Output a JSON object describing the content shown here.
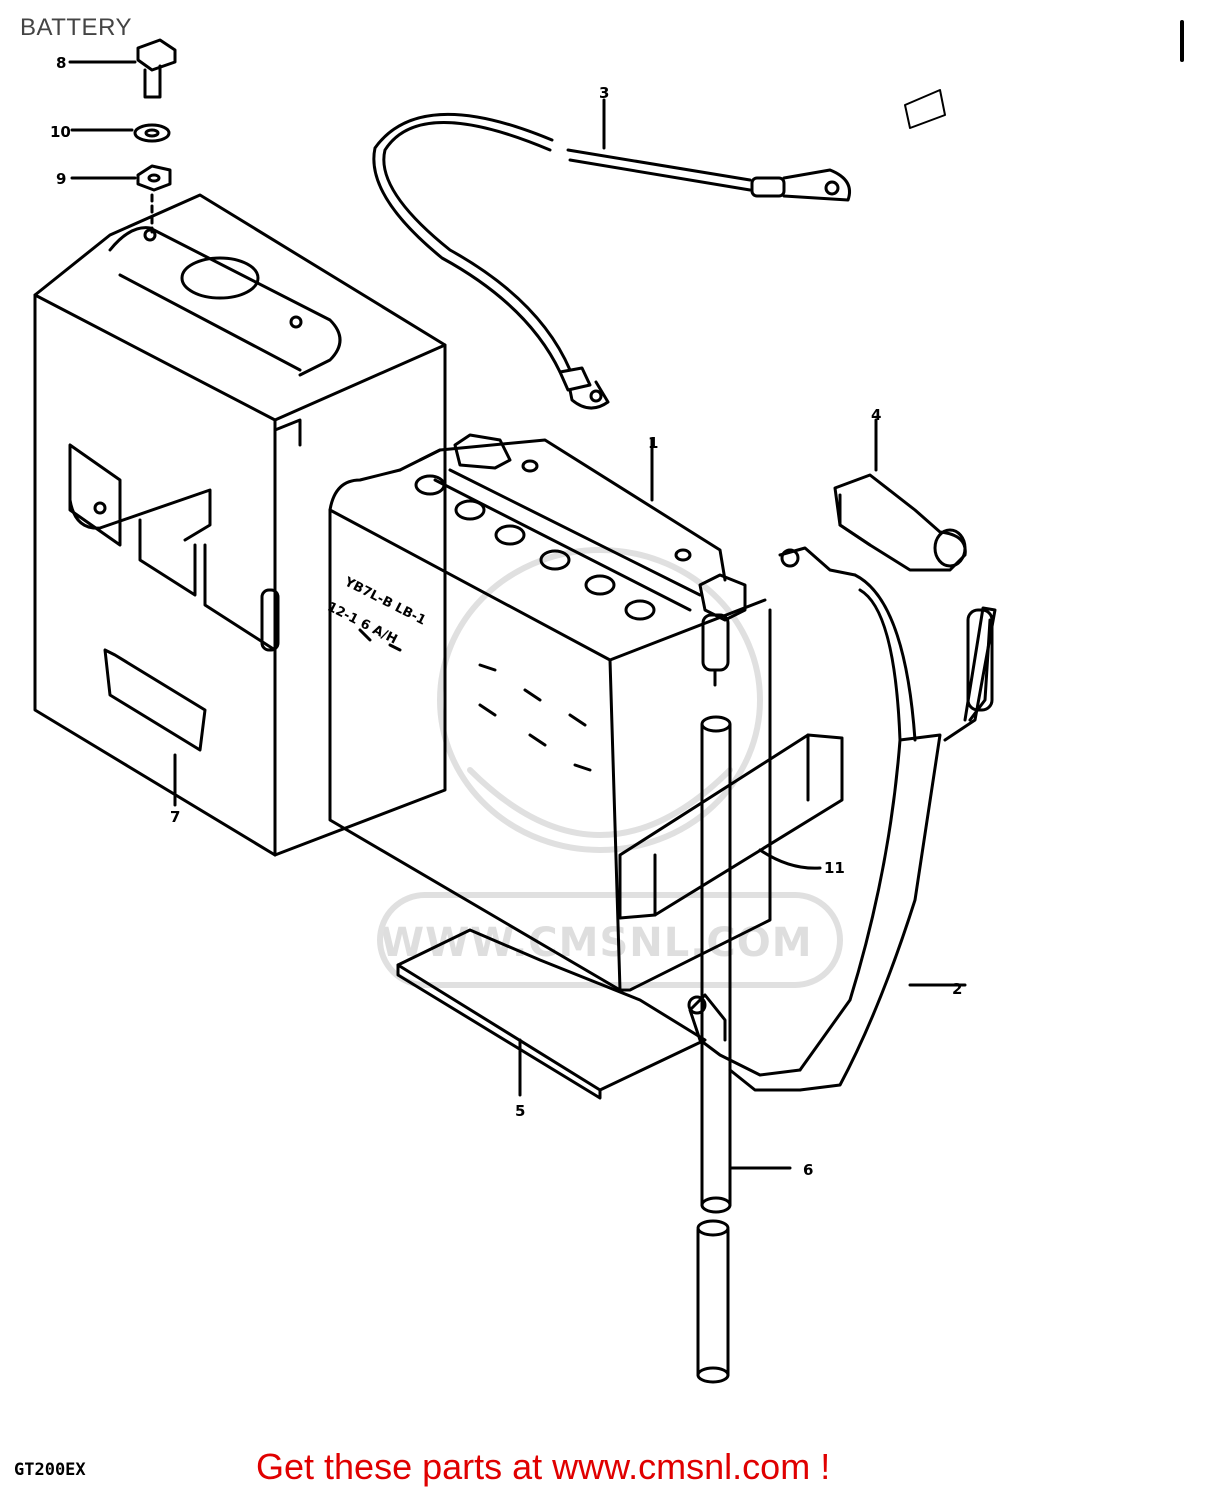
{
  "title": "BATTERY",
  "model_code": "GT200EX",
  "callout": "Get these parts at www.cmsnl.com !",
  "watermark": "WWW.CMSNL.COM",
  "battery_label": [
    "YB7L-B LB-1",
    "12-1 6 A/H"
  ],
  "parts": [
    {
      "number": "1",
      "name": "battery"
    },
    {
      "number": "2",
      "name": "cable"
    },
    {
      "number": "3",
      "name": "cable"
    },
    {
      "number": "4",
      "name": "cap"
    },
    {
      "number": "5",
      "name": "pad"
    },
    {
      "number": "6",
      "name": "tube"
    },
    {
      "number": "7",
      "name": "battery case"
    },
    {
      "number": "8",
      "name": "bolt"
    },
    {
      "number": "9",
      "name": "nut"
    },
    {
      "number": "10",
      "name": "washer"
    },
    {
      "number": "11",
      "name": "band"
    }
  ],
  "colors": {
    "line": "#000000",
    "title": "#444444",
    "callout": "#e00000",
    "watermark": "#dedede"
  }
}
